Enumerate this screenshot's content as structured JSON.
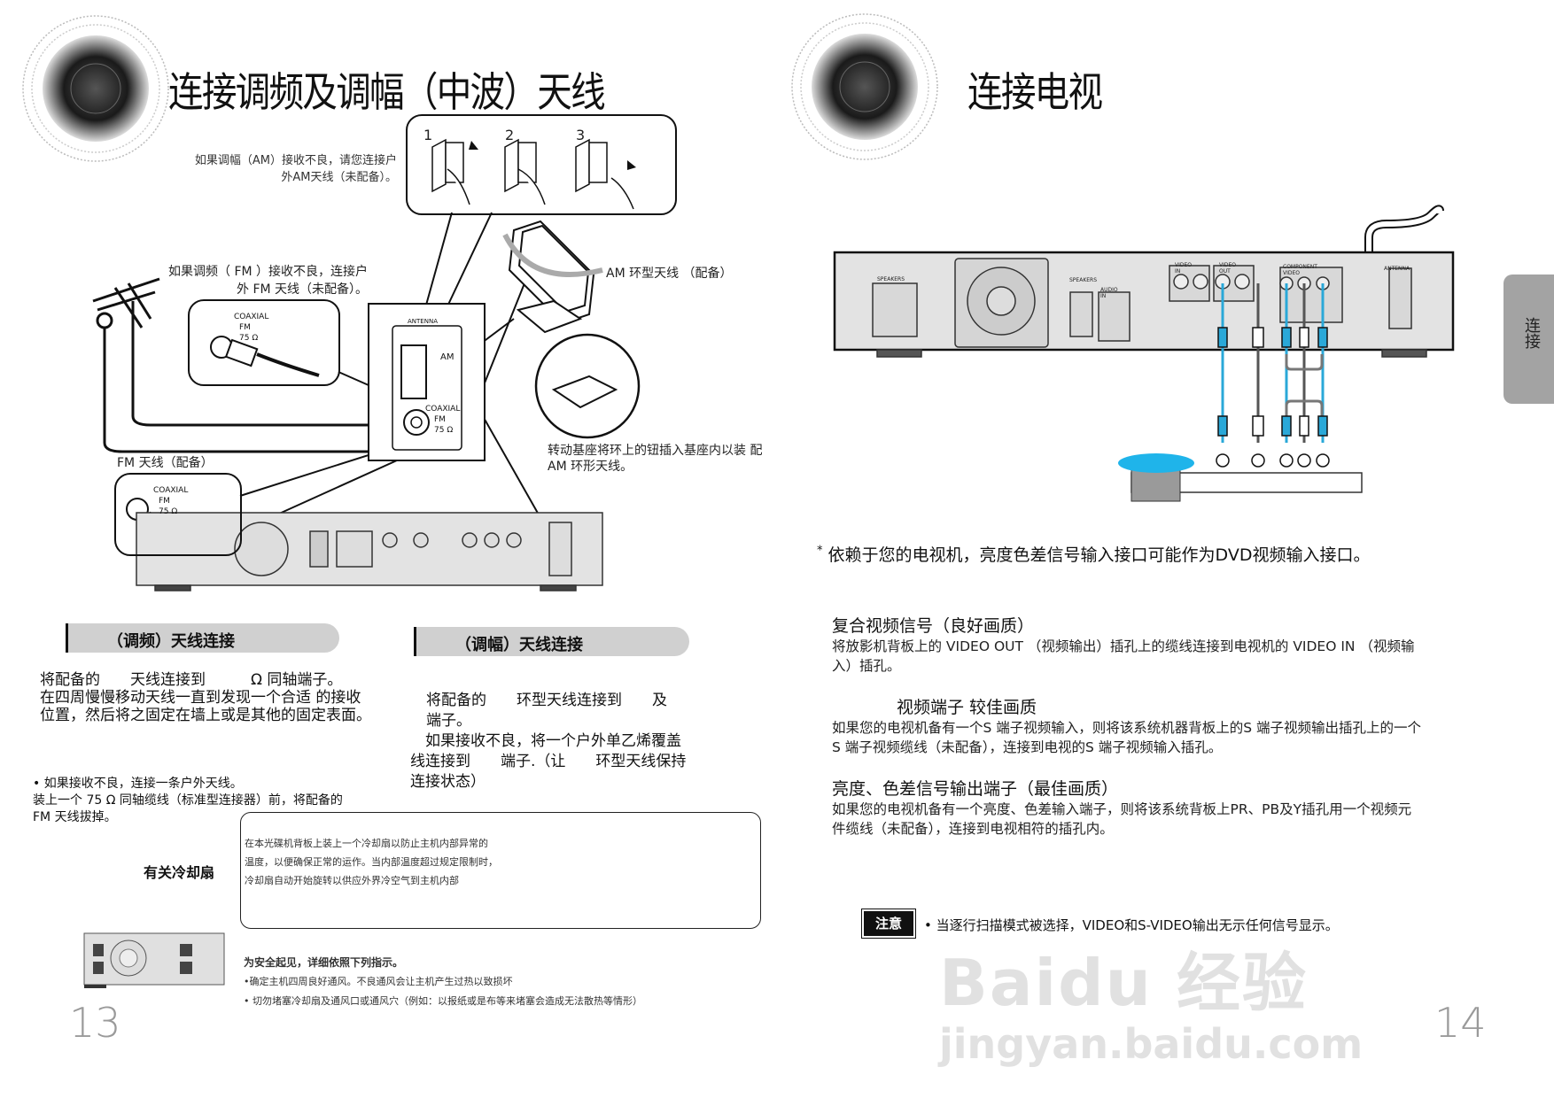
{
  "left_page": {
    "title": "连接调频及调幅（中波）天线",
    "am_note": [
      "如果调幅（AM）接收不良，请您连接户",
      "外AM天线（未配备）。"
    ],
    "steps": [
      "1",
      "2",
      "3"
    ],
    "fm_note": [
      "如果调频（ FM ）接收不良，连接户",
      "外 FM 天线（未配备）。"
    ],
    "coaxial_label": [
      "COAXIAL",
      "FM",
      "75 Ω"
    ],
    "panel": {
      "antenna": "ANTENNA",
      "am": "AM",
      "coaxial": [
        "COAXIAL",
        "FM",
        "75 Ω"
      ]
    },
    "am_loop_label": "AM 环型天线 （配备）",
    "rotate_note": [
      "转动基座将环上的钮插入基座内以装 配",
      "AM 环形天线。"
    ],
    "fm_supplied_label": "FM 天线（配备）",
    "fm_section": {
      "header": "（调频）天线连接",
      "body": [
        "将配备的　　天线连接到　　　Ω  同轴端子。",
        "在四周慢慢移动天线一直到发现一个合适 的接收",
        "位置，然后将之固定在墙上或是其他的固定表面。"
      ]
    },
    "am_section": {
      "header": "（调幅）天线连接",
      "body": [
        "将配备的　　环型天线连接到　　及",
        "端子。",
        "　如果接收不良，将一个户外单乙烯覆盖",
        "线连接到　　端子.（让　　环型天线保持",
        "连接状态）"
      ]
    },
    "outdoor_note": [
      "• 如果接收不良，连接一条户外天线。",
      "装上一个 75 Ω  同轴缆线（标准型连接器）前，将配备的",
      "FM 天线拔掉。"
    ],
    "fan": {
      "title": "有关冷却扇",
      "box_text": [
        "在本光碟机背板上装上一个冷却扇以防止主机内部异常的",
        "温度，以便确保正常的运作。当内部温度超过规定限制时，",
        "冷却扇自动开始旋转以供应外界冷空气到主机内部"
      ],
      "safety_title": "为安全起见，详细依照下列指示。",
      "safety_items": [
        "•确定主机四周良好通风。不良通风会让主机产生过热以致损坏",
        "• 切勿堵塞冷却扇及通风口或通风穴（例如：以报纸或是布等来堵塞会造成无法散热等情形）"
      ]
    },
    "page_number": "13"
  },
  "right_page": {
    "title": "连接电视",
    "side_tab": "连接",
    "footnote_prefix": "*",
    "footnote": "依赖于您的电视机，亮度色差信号输入接口可能作为DVD视频输入接口。",
    "sections": [
      {
        "heading": "复合视频信号（良好画质）",
        "body": [
          "将放影机背板上的  VIDEO OUT （视频输出）插孔上的缆线连接到电视机的  VIDEO IN （视频输",
          "入）插孔。"
        ]
      },
      {
        "heading": "视频端子  较佳画质",
        "body": [
          "如果您的电视机备有一个S 端子视频输入，则将该系统机器背板上的S 端子视频输出插孔上的一个",
          "S 端子视频缆线（未配备），连接到电视的S 端子视频输入插孔。"
        ]
      },
      {
        "heading": "亮度、色差信号输出端子（最佳画质）",
        "body": [
          "如果您的电视机备有一个亮度、色差输入端子，则将该系统背板上PR、PB及Y插孔用一个视频元",
          "件缆线（未配备），连接到电视相符的插孔内。"
        ]
      }
    ],
    "note_badge": "注意",
    "note_text": "当逐行扫描模式被选择，VIDEO和S-VIDEO输出无示任何信号显示。",
    "rear_labels": [
      "SPEAKERS",
      "SPEAKERS",
      "AUDIO IN",
      "VIDEO IN",
      "VIDEO OUT",
      "COMPONENT VIDEO",
      "ANTENNA"
    ],
    "page_number": "14"
  },
  "watermark": {
    "logo": "Baidu 经验",
    "url": "jingyan.baidu.com"
  },
  "colors": {
    "cable_blue": "#2aa8d8",
    "tv_blue": "#1fb4ea",
    "tab_gray": "#a3a3a3",
    "section_gray": "#d0d0d0",
    "page_num_gray": "#9a9a9a"
  }
}
